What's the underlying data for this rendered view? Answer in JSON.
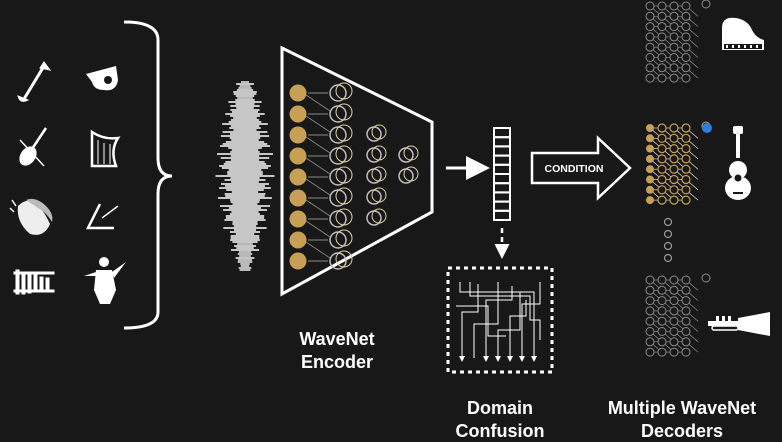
{
  "labels": {
    "encoder_line1": "WaveNet",
    "encoder_line2": "Encoder",
    "domain_line1": "Domain",
    "domain_line2": "Confusion",
    "decoders_line1": "Multiple WaveNet",
    "decoders_line2": "Decoders",
    "condition": "CONDITION"
  },
  "instruments": [
    "trumpet-icon",
    "whistle-icon",
    "violin-icon",
    "harp-icon",
    "clapping-hands-icon",
    "triangle-icon",
    "xylophone-icon",
    "conductor-icon"
  ],
  "output_instruments": [
    "piano-icon",
    "guitar-icon",
    "trumpet-icon"
  ],
  "colors": {
    "background": "#181818",
    "gold": "#c8a055",
    "blue_dot": "#2a7fe0",
    "node_gray": "#8a8a8a",
    "white": "#ffffff"
  }
}
